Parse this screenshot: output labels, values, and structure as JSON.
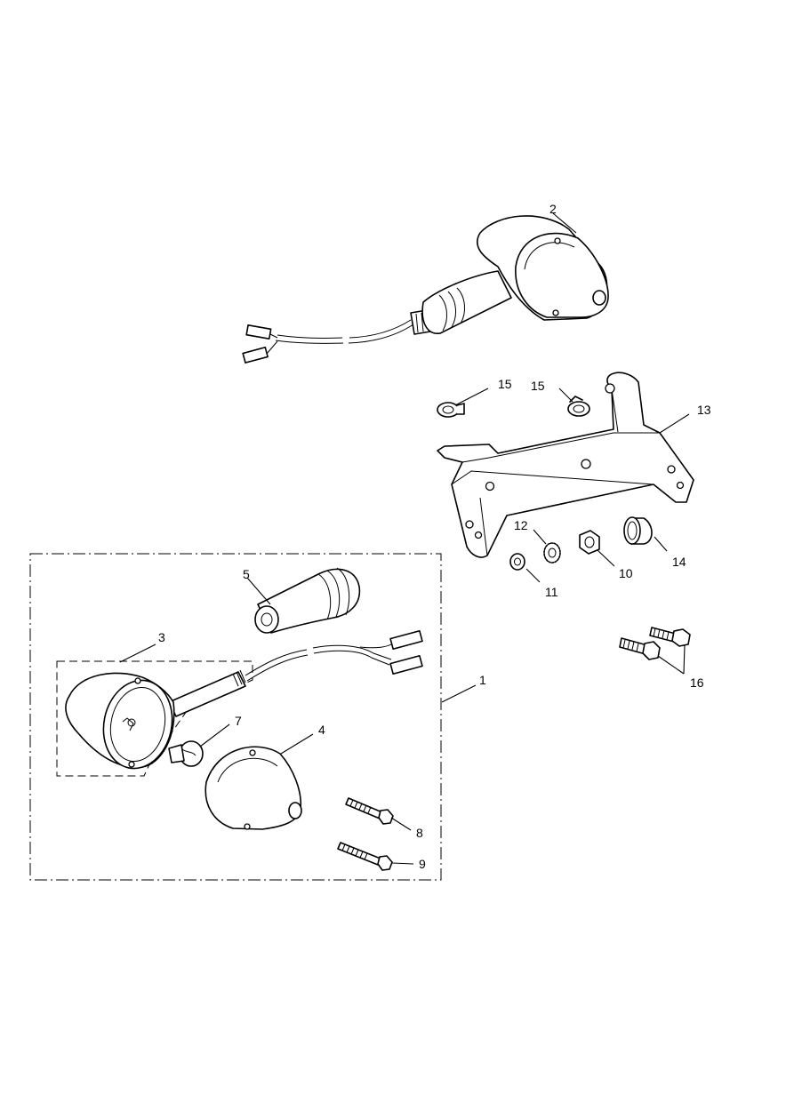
{
  "diagram": {
    "callouts": {
      "c1": "1",
      "c2": "2",
      "c3": "3",
      "c4": "4",
      "c5": "5",
      "c7": "7",
      "c8": "8",
      "c9": "9",
      "c10": "10",
      "c11": "11",
      "c12": "12",
      "c13": "13",
      "c14": "14",
      "c15a": "15",
      "c15b": "15",
      "c16": "16"
    }
  }
}
